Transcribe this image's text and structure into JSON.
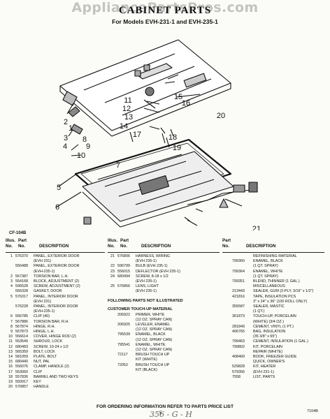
{
  "watermark": "AppliancePartsPros.com",
  "title": "CABINET PARTS",
  "subtitle": "For Models EVH-231-1 and EVH-235-1",
  "figure_code": "CF-104B",
  "headers": {
    "illus": "Illus.",
    "part": "Part",
    "no": "No.",
    "description": "DESCRIPTION"
  },
  "column1": [
    [
      "1",
      "576370",
      "PANEL, EXTERIOR DOOR"
    ],
    [
      "",
      "",
      "(EVH 231)"
    ],
    [
      "",
      "556488",
      "PANEL, EXTERIOR DOOR"
    ],
    [
      "",
      "",
      "(EVH-235-1)"
    ],
    [
      "2",
      "567387",
      "TORSION BAR, L.H."
    ],
    [
      "3",
      "554168",
      "BLOCK, ADJUSTMENT (2)"
    ],
    [
      "4",
      "596528",
      "SCREW, ADJUSTMENT (2)"
    ],
    [
      "",
      "556328",
      "GASKET, DOOR"
    ],
    [
      "5",
      "576317",
      "PANEL, INTERIOR DOOR"
    ],
    [
      "",
      "",
      "(EVH 231)"
    ],
    [
      "",
      "576228",
      "PANEL, INTERIOR DOOR"
    ],
    [
      "",
      "",
      "(EVH-235-1)"
    ],
    [
      "6",
      "556785",
      "CLIP (40)"
    ],
    [
      "7",
      "567886",
      "TORSION BAR, R.H."
    ],
    [
      "8",
      "567874",
      "HINGE, R.H."
    ],
    [
      "9",
      "567873",
      "HINGE, L.H."
    ],
    [
      "10",
      "556614",
      "COVER, HINGE ROD (2)"
    ],
    [
      "11",
      "553549",
      "SHROUD, LOCK"
    ],
    [
      "12",
      "680483",
      "SCREW, 10-24 x 1/2"
    ],
    [
      "13",
      "565359",
      "BOLT, LOCK"
    ],
    [
      "14",
      "581059",
      "PLATE, BOLT"
    ],
    [
      "15",
      "680440",
      "NUT, PAL"
    ],
    [
      "16",
      "556076",
      "CLAMP, HANDLE (2)"
    ],
    [
      "17",
      "553060",
      "CLIP"
    ],
    [
      "18",
      "557836",
      "BARREL AND TWO KEYS"
    ],
    [
      "19",
      "550917",
      "KEY"
    ],
    [
      "20",
      "576857",
      "HANDLE"
    ]
  ],
  "column2": [
    [
      "21",
      "576806",
      "HARNESS, WIRING"
    ],
    [
      "",
      "",
      "(EVH 235-1)"
    ],
    [
      "22",
      "596799",
      "BULB (EVH 235-1)"
    ],
    [
      "23",
      "556015",
      "DEFLECTOR (EVH 235-1)"
    ],
    [
      "24",
      "680494",
      "SCREW, 8-18 x 1/2"
    ],
    [
      "",
      "",
      "(EVH 235-1)"
    ],
    [
      "25",
      "576856",
      "LENS, LIGHT"
    ],
    [
      "",
      "",
      "(EVH 235-1)"
    ]
  ],
  "notes": {
    "not_illustrated": "FOLLOWING PARTS NOT ILLUSTRATED",
    "customer_touchup": "CUSTOMER TOUCH-UP MATERIAL"
  },
  "column2_touchup": [
    [
      "",
      "206922",
      "PRIMER, WHITE"
    ],
    [
      "",
      "",
      "(12 OZ. SPRAY CAN)"
    ],
    [
      "",
      "206925",
      "LEVELER, ENAMEL"
    ],
    [
      "",
      "",
      "(12 OZ. SPRAY CAN)"
    ],
    [
      "",
      "795539",
      "ENAMEL, BLACK"
    ],
    [
      "",
      "",
      "(12 OZ. SPRAY CAN)"
    ],
    [
      "",
      "795541",
      "ENAMEL, WHITE"
    ],
    [
      "",
      "",
      "(12 OZ. SPRAY CAN)"
    ],
    [
      "",
      "72117",
      "BRUSH TOUCH UP"
    ],
    [
      "",
      "",
      "KIT (WHITE)"
    ],
    [
      "",
      "72052",
      "BRUSH TOUCH UP"
    ],
    [
      "",
      "",
      "KIT (BLACK)"
    ]
  ],
  "column3": [
    [
      "",
      "",
      "REFINISHING MATERIAL"
    ],
    [
      "",
      "",
      ""
    ],
    [
      "",
      "799360",
      "ENAMEL, BLACK"
    ],
    [
      "",
      "",
      "(1 QT. SPRAY)"
    ],
    [
      "",
      "799364",
      "ENAMEL, WHITE"
    ],
    [
      "",
      "",
      "(1 QT. SPRAY)"
    ],
    [
      "",
      "799351",
      "BLEND, THINNER (1 GAL.)"
    ],
    [
      "",
      "",
      ""
    ],
    [
      "",
      "",
      "MISCELLANEOUS"
    ],
    [
      "",
      "213443",
      "SEALER, GUM (2-PLY, 3/16\" x 1/2\")"
    ],
    [
      "",
      "421816",
      "TAPE, INSULATION PCS"
    ],
    [
      "",
      "",
      "3\" x 24\" x 36\" (100 ROLL ONLY)"
    ],
    [
      "",
      "355587",
      "SEALER, MASTIC"
    ],
    [
      "",
      "",
      "(1 QT.)"
    ],
    [
      "",
      "361873",
      "TOUCH-UP, PORCELAIN"
    ],
    [
      "",
      "",
      "(WHITE) (3/4 OZ.)"
    ],
    [
      "",
      "281849",
      "CEMENT, VINYL (1 PT.)"
    ],
    [
      "",
      "406765",
      "BAG, INSULATION"
    ],
    [
      "",
      "",
      "(35 3/8\" x 65\")"
    ],
    [
      "",
      "799463",
      "CEMENT, INSULATION (1 GAL.)"
    ],
    [
      "",
      "799802",
      "KIT, PORCELAIN"
    ],
    [
      "",
      "",
      "REPAIR (WHITE)"
    ],
    [
      "",
      "408469",
      "BOOK, FREEZER GUIDE"
    ],
    [
      "",
      "",
      "QUICK, OWNER'S"
    ],
    [
      "",
      "529828",
      "KIT, HEATER"
    ],
    [
      "",
      "579356",
      "(EVH 231-1)"
    ],
    [
      "",
      "7558",
      "LIST, PARTS"
    ]
  ],
  "footer": "FOR ORDERING INFORMATION REFER TO PARTS PRICE LIST",
  "page_number": "5",
  "handwritten": "356 - G - H",
  "form_number": "7104B"
}
